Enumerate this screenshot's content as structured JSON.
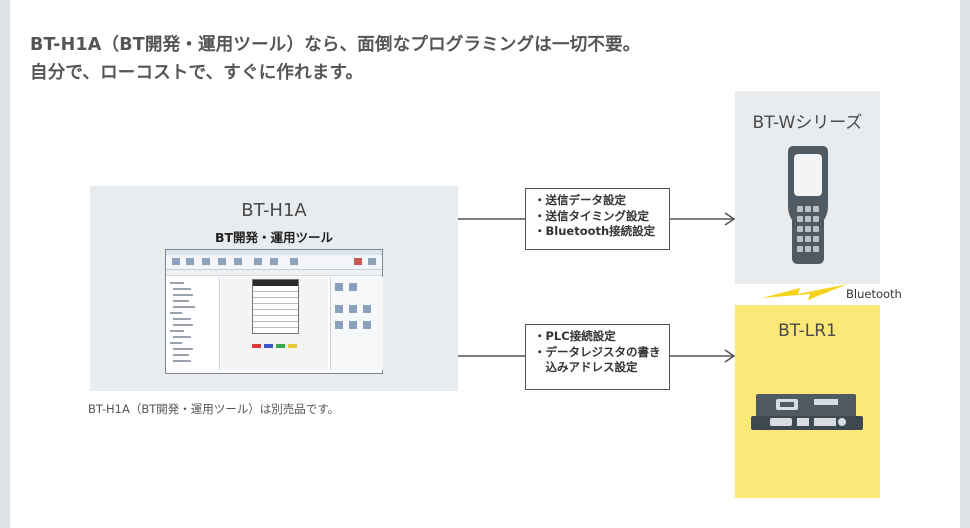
{
  "headline": {
    "line1": "BT-H1A（BT開発・運用ツール）なら、面倒なプログラミングは一切不要。",
    "line2": "自分で、ローコストで、すぐに作れます。"
  },
  "tool": {
    "name": "BT-H1A",
    "subtitle": "BT開発・運用ツール",
    "note": "BT-H1A（BT開発・運用ツール）は別売品です。"
  },
  "flow_top": {
    "lines": [
      "・送信データ設定",
      "・送信タイミング設定",
      "・Bluetooth接続設定"
    ]
  },
  "flow_bottom": {
    "lines": [
      "・PLC接続設定",
      "・データレジスタの書き",
      "　込みアドレス設定"
    ]
  },
  "device_w": {
    "name": "BT-Wシリーズ"
  },
  "device_lr": {
    "name": "BT-LR1"
  },
  "link": {
    "label": "Bluetooth"
  },
  "colors": {
    "background": "#dde2e7",
    "panel": "#ffffff",
    "box_gray": "#e9ecef",
    "box_yellow": "#fce878",
    "lightning": "#f7d21c",
    "device_dark": "#4f5a63"
  },
  "icons": {
    "scanner": "handheld-scanner-icon",
    "receiver": "receiver-unit-icon",
    "lightning": "lightning-bolt-icon",
    "screenshot": "software-screenshot"
  }
}
